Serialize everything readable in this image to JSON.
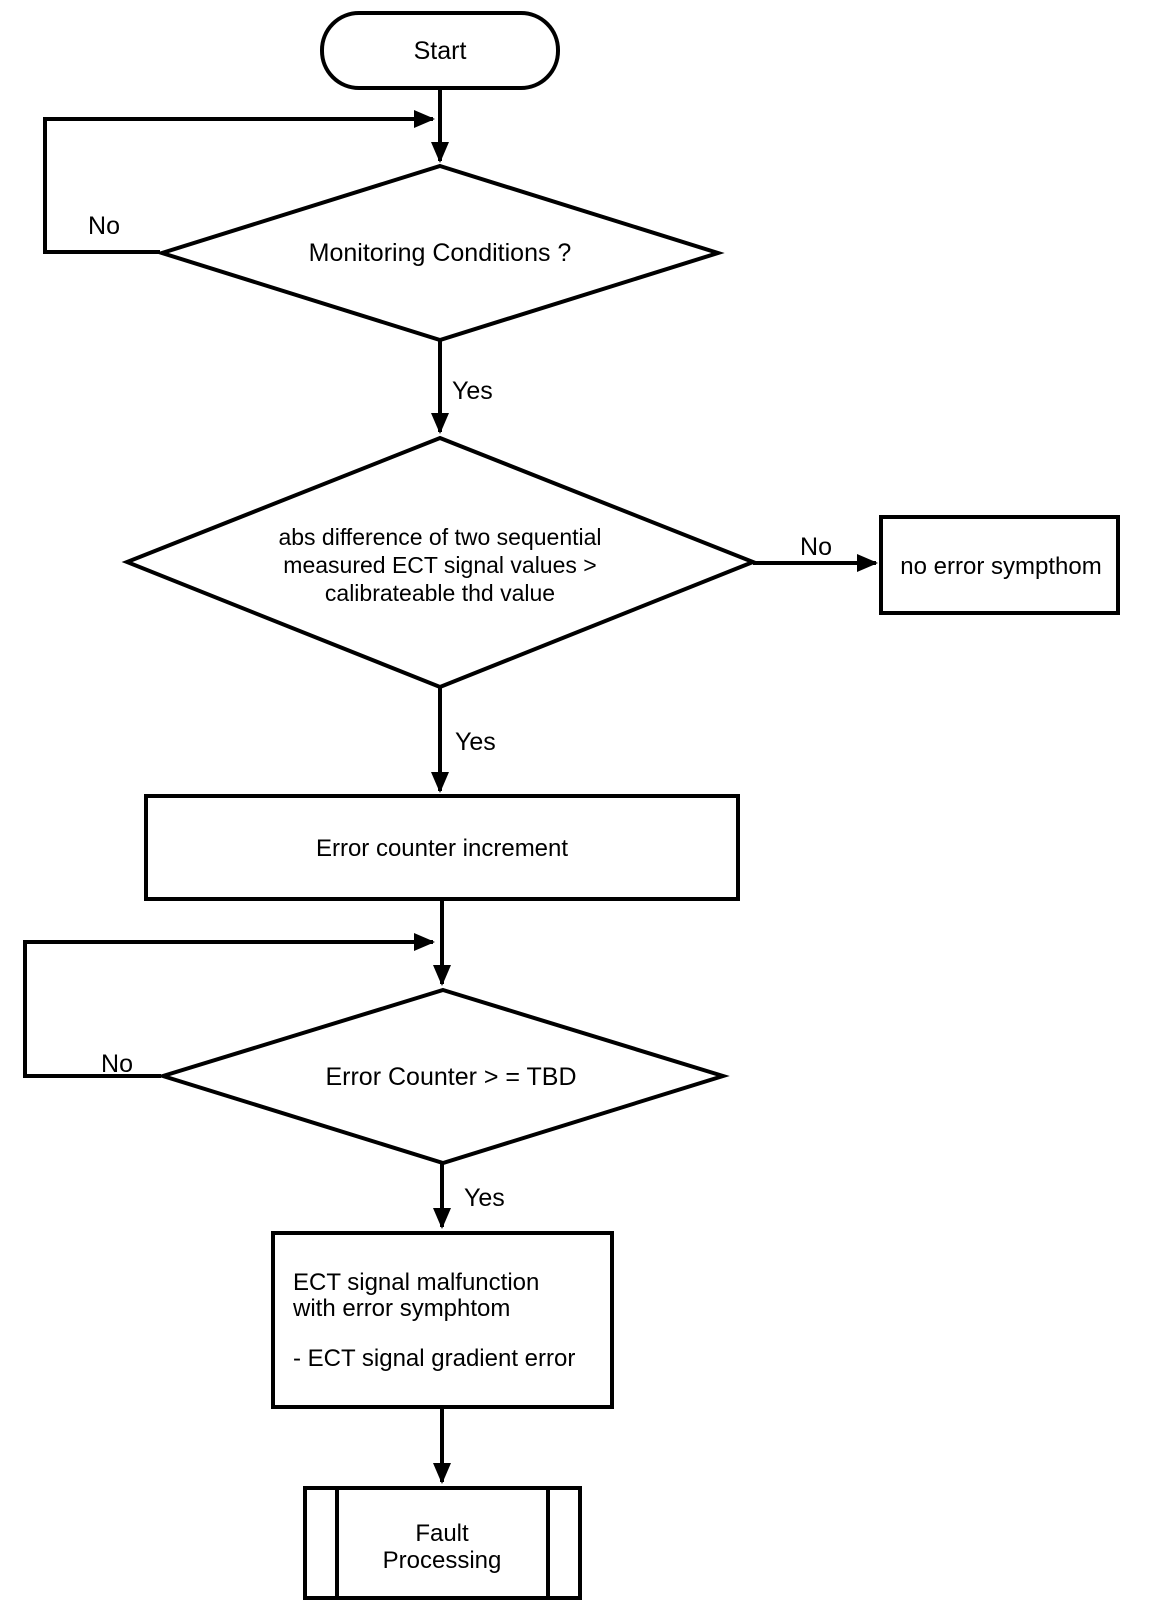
{
  "colors": {
    "line": "#000000",
    "text": "#000000",
    "shape_fill": "#ffffff",
    "background": "#ffffff"
  },
  "flowchart": {
    "start": {
      "label": "Start"
    },
    "decision_monitoring": {
      "label": "Monitoring Conditions ?",
      "no": "No",
      "yes": "Yes"
    },
    "decision_abs_diff": {
      "line1": "abs difference of two sequential",
      "line2": "measured ECT signal values >",
      "line3": "calibrateable thd value",
      "no": "No",
      "yes": "Yes"
    },
    "no_error_result": {
      "label": "no error sympthom"
    },
    "process_counter": {
      "label": "Error counter increment"
    },
    "decision_counter": {
      "label": "Error Counter > = TBD",
      "no": "No",
      "yes": "Yes"
    },
    "malfunction_result": {
      "line1": "ECT signal malfunction",
      "line2": "with error symphtom",
      "line3": "- ECT signal gradient error"
    },
    "fault_processing": {
      "line1": "Fault",
      "line2": "Processing"
    }
  }
}
